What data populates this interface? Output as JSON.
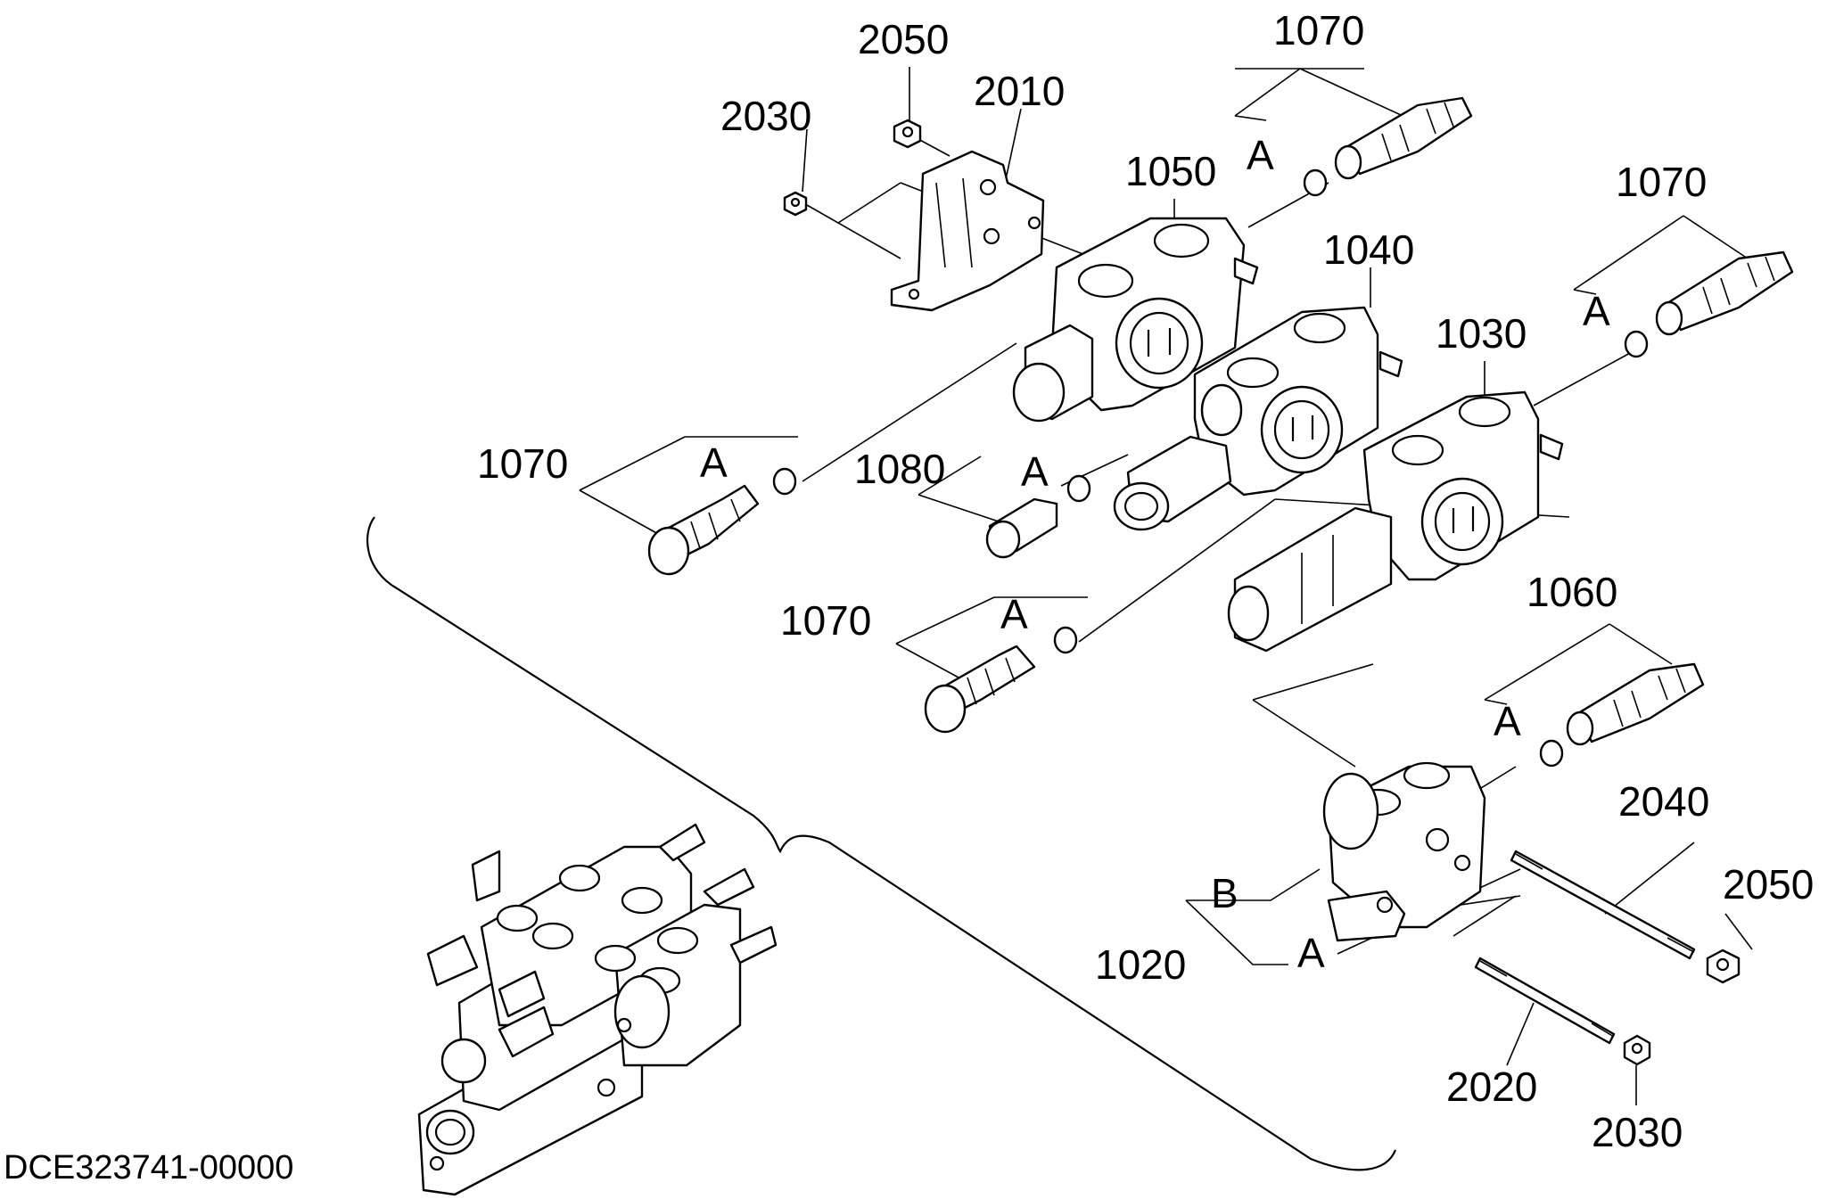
{
  "drawing": {
    "reference": "DCE323741-00000"
  },
  "callouts": [
    {
      "id": "c-2050-top",
      "text": "2050"
    },
    {
      "id": "c-2010",
      "text": "2010"
    },
    {
      "id": "c-2030-top",
      "text": "2030"
    },
    {
      "id": "c-1070-top",
      "text": "1070"
    },
    {
      "id": "c-1050",
      "text": "1050"
    },
    {
      "id": "c-1040",
      "text": "1040"
    },
    {
      "id": "c-1070-right",
      "text": "1070"
    },
    {
      "id": "c-1030",
      "text": "1030"
    },
    {
      "id": "c-1070-left",
      "text": "1070"
    },
    {
      "id": "c-1080",
      "text": "1080"
    },
    {
      "id": "c-1070-lower",
      "text": "1070"
    },
    {
      "id": "c-1060",
      "text": "1060"
    },
    {
      "id": "c-2040",
      "text": "2040"
    },
    {
      "id": "c-2050-bottom",
      "text": "2050"
    },
    {
      "id": "c-1020",
      "text": "1020"
    },
    {
      "id": "c-2020",
      "text": "2020"
    },
    {
      "id": "c-2030-bottom",
      "text": "2030"
    }
  ],
  "letters": {
    "a": "A",
    "b": "B"
  }
}
